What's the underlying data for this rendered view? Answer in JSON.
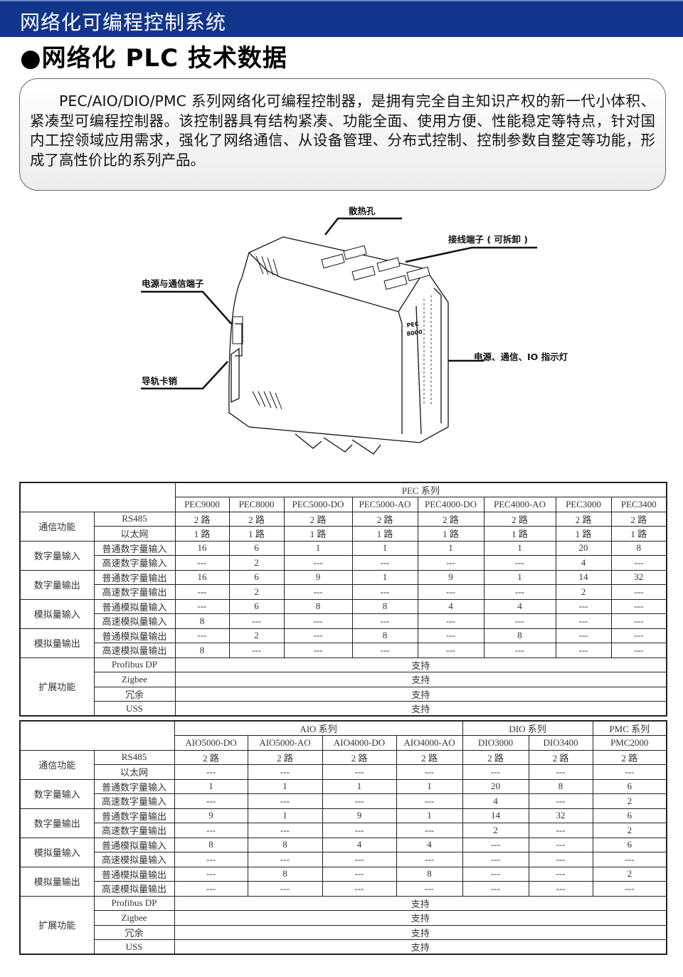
{
  "banner": {
    "title": "网络化可编程控制系统"
  },
  "section": {
    "title": "●网络化 PLC 技术数据"
  },
  "intro": {
    "text": "PEC/AIO/DIO/PMC 系列网络化可编程控制器，是拥有完全自主知识产权的新一代小体积、紧凑型可编程控制器。该控制器具有结构紧凑、功能全面、使用方便、性能稳定等特点，针对国内工控领域应用需求，强化了网络通信、从设备管理、分布式控制、控制参数自整定等功能，形成了高性价比的系列产品。"
  },
  "diagram": {
    "labels": {
      "vent": "散热孔",
      "terminal": "接线端子 ( 可拆卸 )",
      "power_comm": "电源与通信端子",
      "rail": "导轨卡销",
      "indicator": "电源、通信、IO 指示灯"
    },
    "device_text": [
      "PEC",
      "8000"
    ]
  },
  "groups": [
    {
      "name": "通信功能",
      "items": [
        "RS485",
        "以太网"
      ]
    },
    {
      "name": "数字量输入",
      "items": [
        "普通数字量输入",
        "高速数字量输入"
      ]
    },
    {
      "name": "数字量输出",
      "items": [
        "普通数字量输出",
        "高速数字量输出"
      ]
    },
    {
      "name": "模拟量输入",
      "items": [
        "普通模拟量输入",
        "高速模拟量输入"
      ]
    },
    {
      "name": "模拟量输出",
      "items": [
        "普通模拟量输出",
        "高速模拟量输出"
      ]
    }
  ],
  "extension": {
    "name": "扩展功能",
    "items": [
      "Profibus DP",
      "Zigbee",
      "冗余",
      "USS"
    ],
    "value": "支持"
  },
  "table1": {
    "series": [
      {
        "name": "PEC 系列",
        "span": 8
      }
    ],
    "models": [
      "PEC9000",
      "PEC8000",
      "PEC5000-DO",
      "PEC5000-AO",
      "PEC4000-DO",
      "PEC4000-AO",
      "PEC3000",
      "PEC3400"
    ],
    "rows": [
      [
        "2 路",
        "2 路",
        "2 路",
        "2 路",
        "2 路",
        "2 路",
        "2 路",
        "2 路"
      ],
      [
        "1 路",
        "1 路",
        "1 路",
        "1 路",
        "1 路",
        "1 路",
        "1 路",
        "1 路"
      ],
      [
        "16",
        "6",
        "1",
        "1",
        "1",
        "1",
        "20",
        "8"
      ],
      [
        "---",
        "2",
        "---",
        "---",
        "---",
        "---",
        "4",
        "---"
      ],
      [
        "16",
        "6",
        "9",
        "1",
        "9",
        "1",
        "14",
        "32"
      ],
      [
        "---",
        "2",
        "---",
        "---",
        "---",
        "---",
        "2",
        "---"
      ],
      [
        "---",
        "6",
        "8",
        "8",
        "4",
        "4",
        "---",
        "---"
      ],
      [
        "8",
        "---",
        "---",
        "---",
        "---",
        "---",
        "---",
        "---"
      ],
      [
        "---",
        "2",
        "---",
        "8",
        "---",
        "8",
        "---",
        "---"
      ],
      [
        "8",
        "---",
        "---",
        "---",
        "---",
        "---",
        "---",
        "---"
      ]
    ]
  },
  "table2": {
    "series": [
      {
        "name": "AIO 系列",
        "span": 4
      },
      {
        "name": "DIO 系列",
        "span": 2
      },
      {
        "name": "PMC 系列",
        "span": 1
      }
    ],
    "models": [
      "AIO5000-DO",
      "AIO5000-AO",
      "AIO4000-DO",
      "AIO4000-AO",
      "DIO3000",
      "DIO3400",
      "PMC2000"
    ],
    "rows": [
      [
        "2 路",
        "2 路",
        "2 路",
        "2 路",
        "2 路",
        "2 路",
        "2 路"
      ],
      [
        "---",
        "---",
        "---",
        "---",
        "---",
        "---",
        "---"
      ],
      [
        "1",
        "1",
        "1",
        "1",
        "20",
        "8",
        "6"
      ],
      [
        "---",
        "---",
        "---",
        "---",
        "4",
        "---",
        "2"
      ],
      [
        "9",
        "1",
        "9",
        "1",
        "14",
        "32",
        "6"
      ],
      [
        "---",
        "---",
        "---",
        "---",
        "2",
        "---",
        "2"
      ],
      [
        "8",
        "8",
        "4",
        "4",
        "---",
        "---",
        "6"
      ],
      [
        "---",
        "---",
        "---",
        "---",
        "---",
        "---",
        "---"
      ],
      [
        "---",
        "8",
        "---",
        "8",
        "---",
        "---",
        "2"
      ],
      [
        "---",
        "---",
        "---",
        "---",
        "---",
        "---",
        "---"
      ]
    ]
  }
}
